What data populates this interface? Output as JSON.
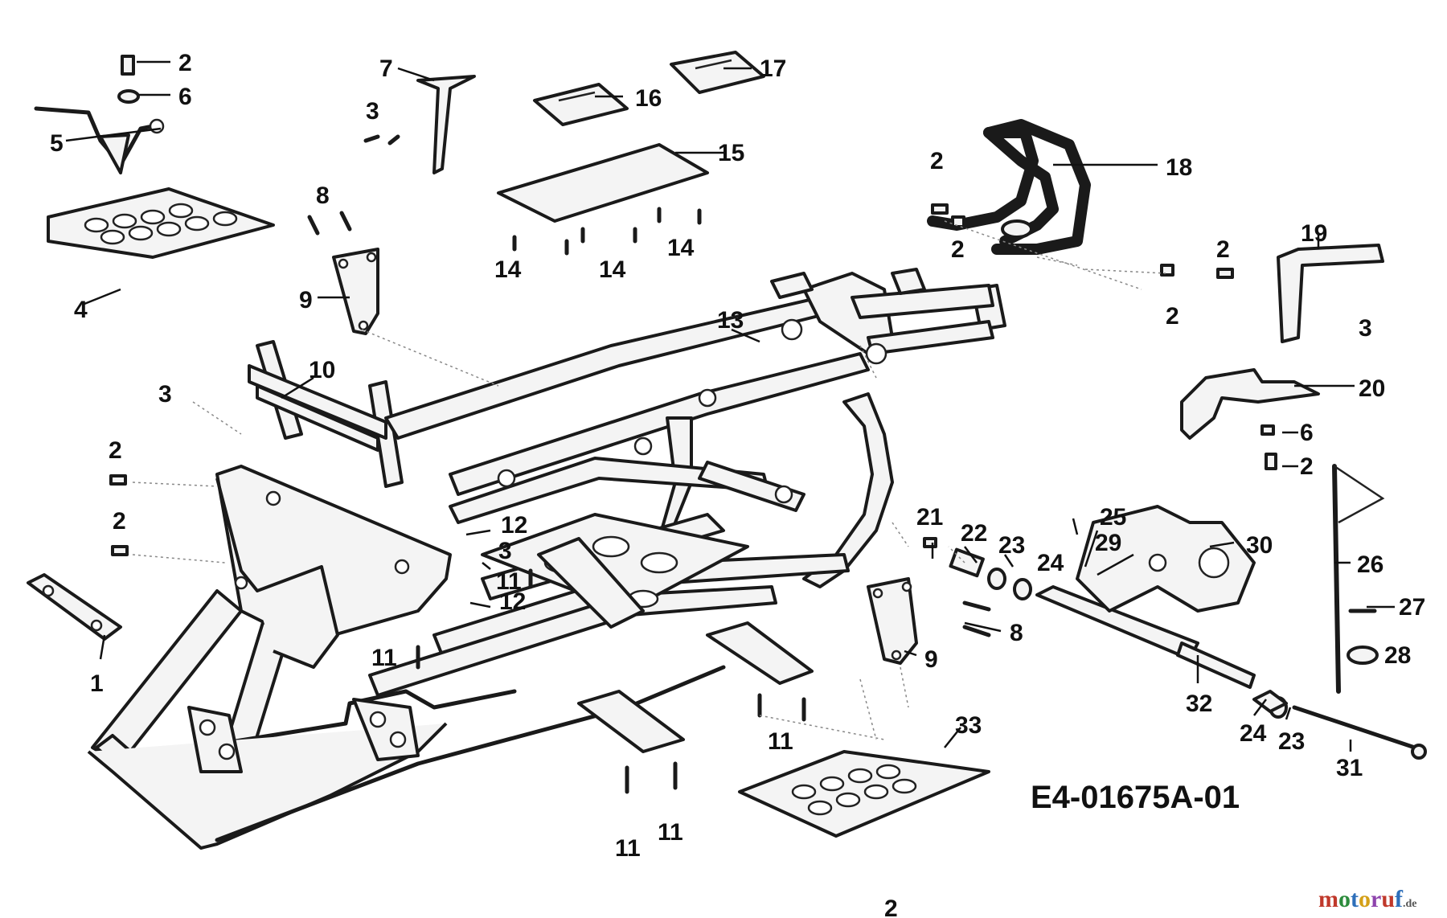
{
  "diagram": {
    "drawing_code": "E4-01675A-01",
    "watermark": {
      "brand": "motoruf",
      "tld": ".de",
      "colors": [
        "#c0392b",
        "#2c8c3c",
        "#2e6fba",
        "#d4a017",
        "#8e44ad",
        "#c0392b",
        "#2e6fba"
      ]
    },
    "callouts": [
      {
        "id": "c1",
        "text": "1"
      },
      {
        "id": "c2a",
        "text": "2"
      },
      {
        "id": "c2b",
        "text": "2"
      },
      {
        "id": "c2c",
        "text": "2"
      },
      {
        "id": "c2d",
        "text": "2"
      },
      {
        "id": "c2e",
        "text": "2"
      },
      {
        "id": "c2f",
        "text": "2"
      },
      {
        "id": "c2g",
        "text": "2"
      },
      {
        "id": "c2h",
        "text": "2"
      },
      {
        "id": "c2i",
        "text": "2"
      },
      {
        "id": "c3a",
        "text": "3"
      },
      {
        "id": "c3b",
        "text": "3"
      },
      {
        "id": "c3c",
        "text": "3"
      },
      {
        "id": "c3d",
        "text": "3"
      },
      {
        "id": "c4",
        "text": "4"
      },
      {
        "id": "c5",
        "text": "5"
      },
      {
        "id": "c6a",
        "text": "6"
      },
      {
        "id": "c6b",
        "text": "6"
      },
      {
        "id": "c7",
        "text": "7"
      },
      {
        "id": "c8a",
        "text": "8"
      },
      {
        "id": "c8b",
        "text": "8"
      },
      {
        "id": "c9a",
        "text": "9"
      },
      {
        "id": "c9b",
        "text": "9"
      },
      {
        "id": "c10",
        "text": "10"
      },
      {
        "id": "c11a",
        "text": "11"
      },
      {
        "id": "c11b",
        "text": "11"
      },
      {
        "id": "c11c",
        "text": "11"
      },
      {
        "id": "c11d",
        "text": "11"
      },
      {
        "id": "c11e",
        "text": "11"
      },
      {
        "id": "c12a",
        "text": "12"
      },
      {
        "id": "c12b",
        "text": "12"
      },
      {
        "id": "c13",
        "text": "13"
      },
      {
        "id": "c14a",
        "text": "14"
      },
      {
        "id": "c14b",
        "text": "14"
      },
      {
        "id": "c14c",
        "text": "14"
      },
      {
        "id": "c15",
        "text": "15"
      },
      {
        "id": "c16",
        "text": "16"
      },
      {
        "id": "c17",
        "text": "17"
      },
      {
        "id": "c18",
        "text": "18"
      },
      {
        "id": "c19",
        "text": "19"
      },
      {
        "id": "c20",
        "text": "20"
      },
      {
        "id": "c21",
        "text": "21"
      },
      {
        "id": "c22",
        "text": "22"
      },
      {
        "id": "c23a",
        "text": "23"
      },
      {
        "id": "c23b",
        "text": "23"
      },
      {
        "id": "c24a",
        "text": "24"
      },
      {
        "id": "c24b",
        "text": "24"
      },
      {
        "id": "c25",
        "text": "25"
      },
      {
        "id": "c26",
        "text": "26"
      },
      {
        "id": "c27",
        "text": "27"
      },
      {
        "id": "c28",
        "text": "28"
      },
      {
        "id": "c29",
        "text": "29"
      },
      {
        "id": "c30",
        "text": "30"
      },
      {
        "id": "c31",
        "text": "31"
      },
      {
        "id": "c32",
        "text": "32"
      },
      {
        "id": "c33",
        "text": "33"
      }
    ]
  }
}
